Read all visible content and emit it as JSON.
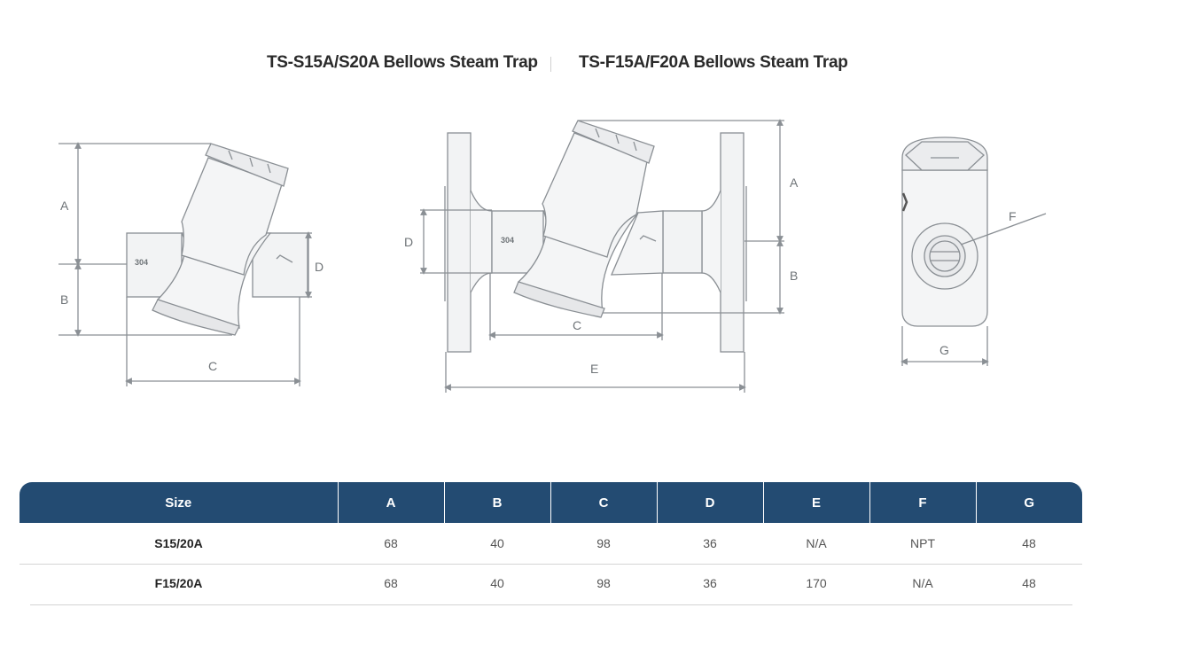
{
  "titles": {
    "left": "TS-S15A/S20A Bellows Steam Trap",
    "right": "TS-F15A/F20A Bellows Steam Trap"
  },
  "drawing_labels": {
    "a": "A",
    "b": "B",
    "c": "C",
    "d": "D",
    "e": "E",
    "f": "F",
    "g": "G",
    "material": "304"
  },
  "table": {
    "headers": [
      "Size",
      "A",
      "B",
      "C",
      "D",
      "E",
      "F",
      "G"
    ],
    "rows": [
      [
        "S15/20A",
        "68",
        "40",
        "98",
        "36",
        "N/A",
        "NPT",
        "48"
      ],
      [
        "F15/20A",
        "68",
        "40",
        "98",
        "36",
        "170",
        "N/A",
        "48"
      ]
    ]
  },
  "colors": {
    "header_bg": "#234b72",
    "header_text": "#ffffff",
    "drawing_line": "#8a8f94"
  }
}
